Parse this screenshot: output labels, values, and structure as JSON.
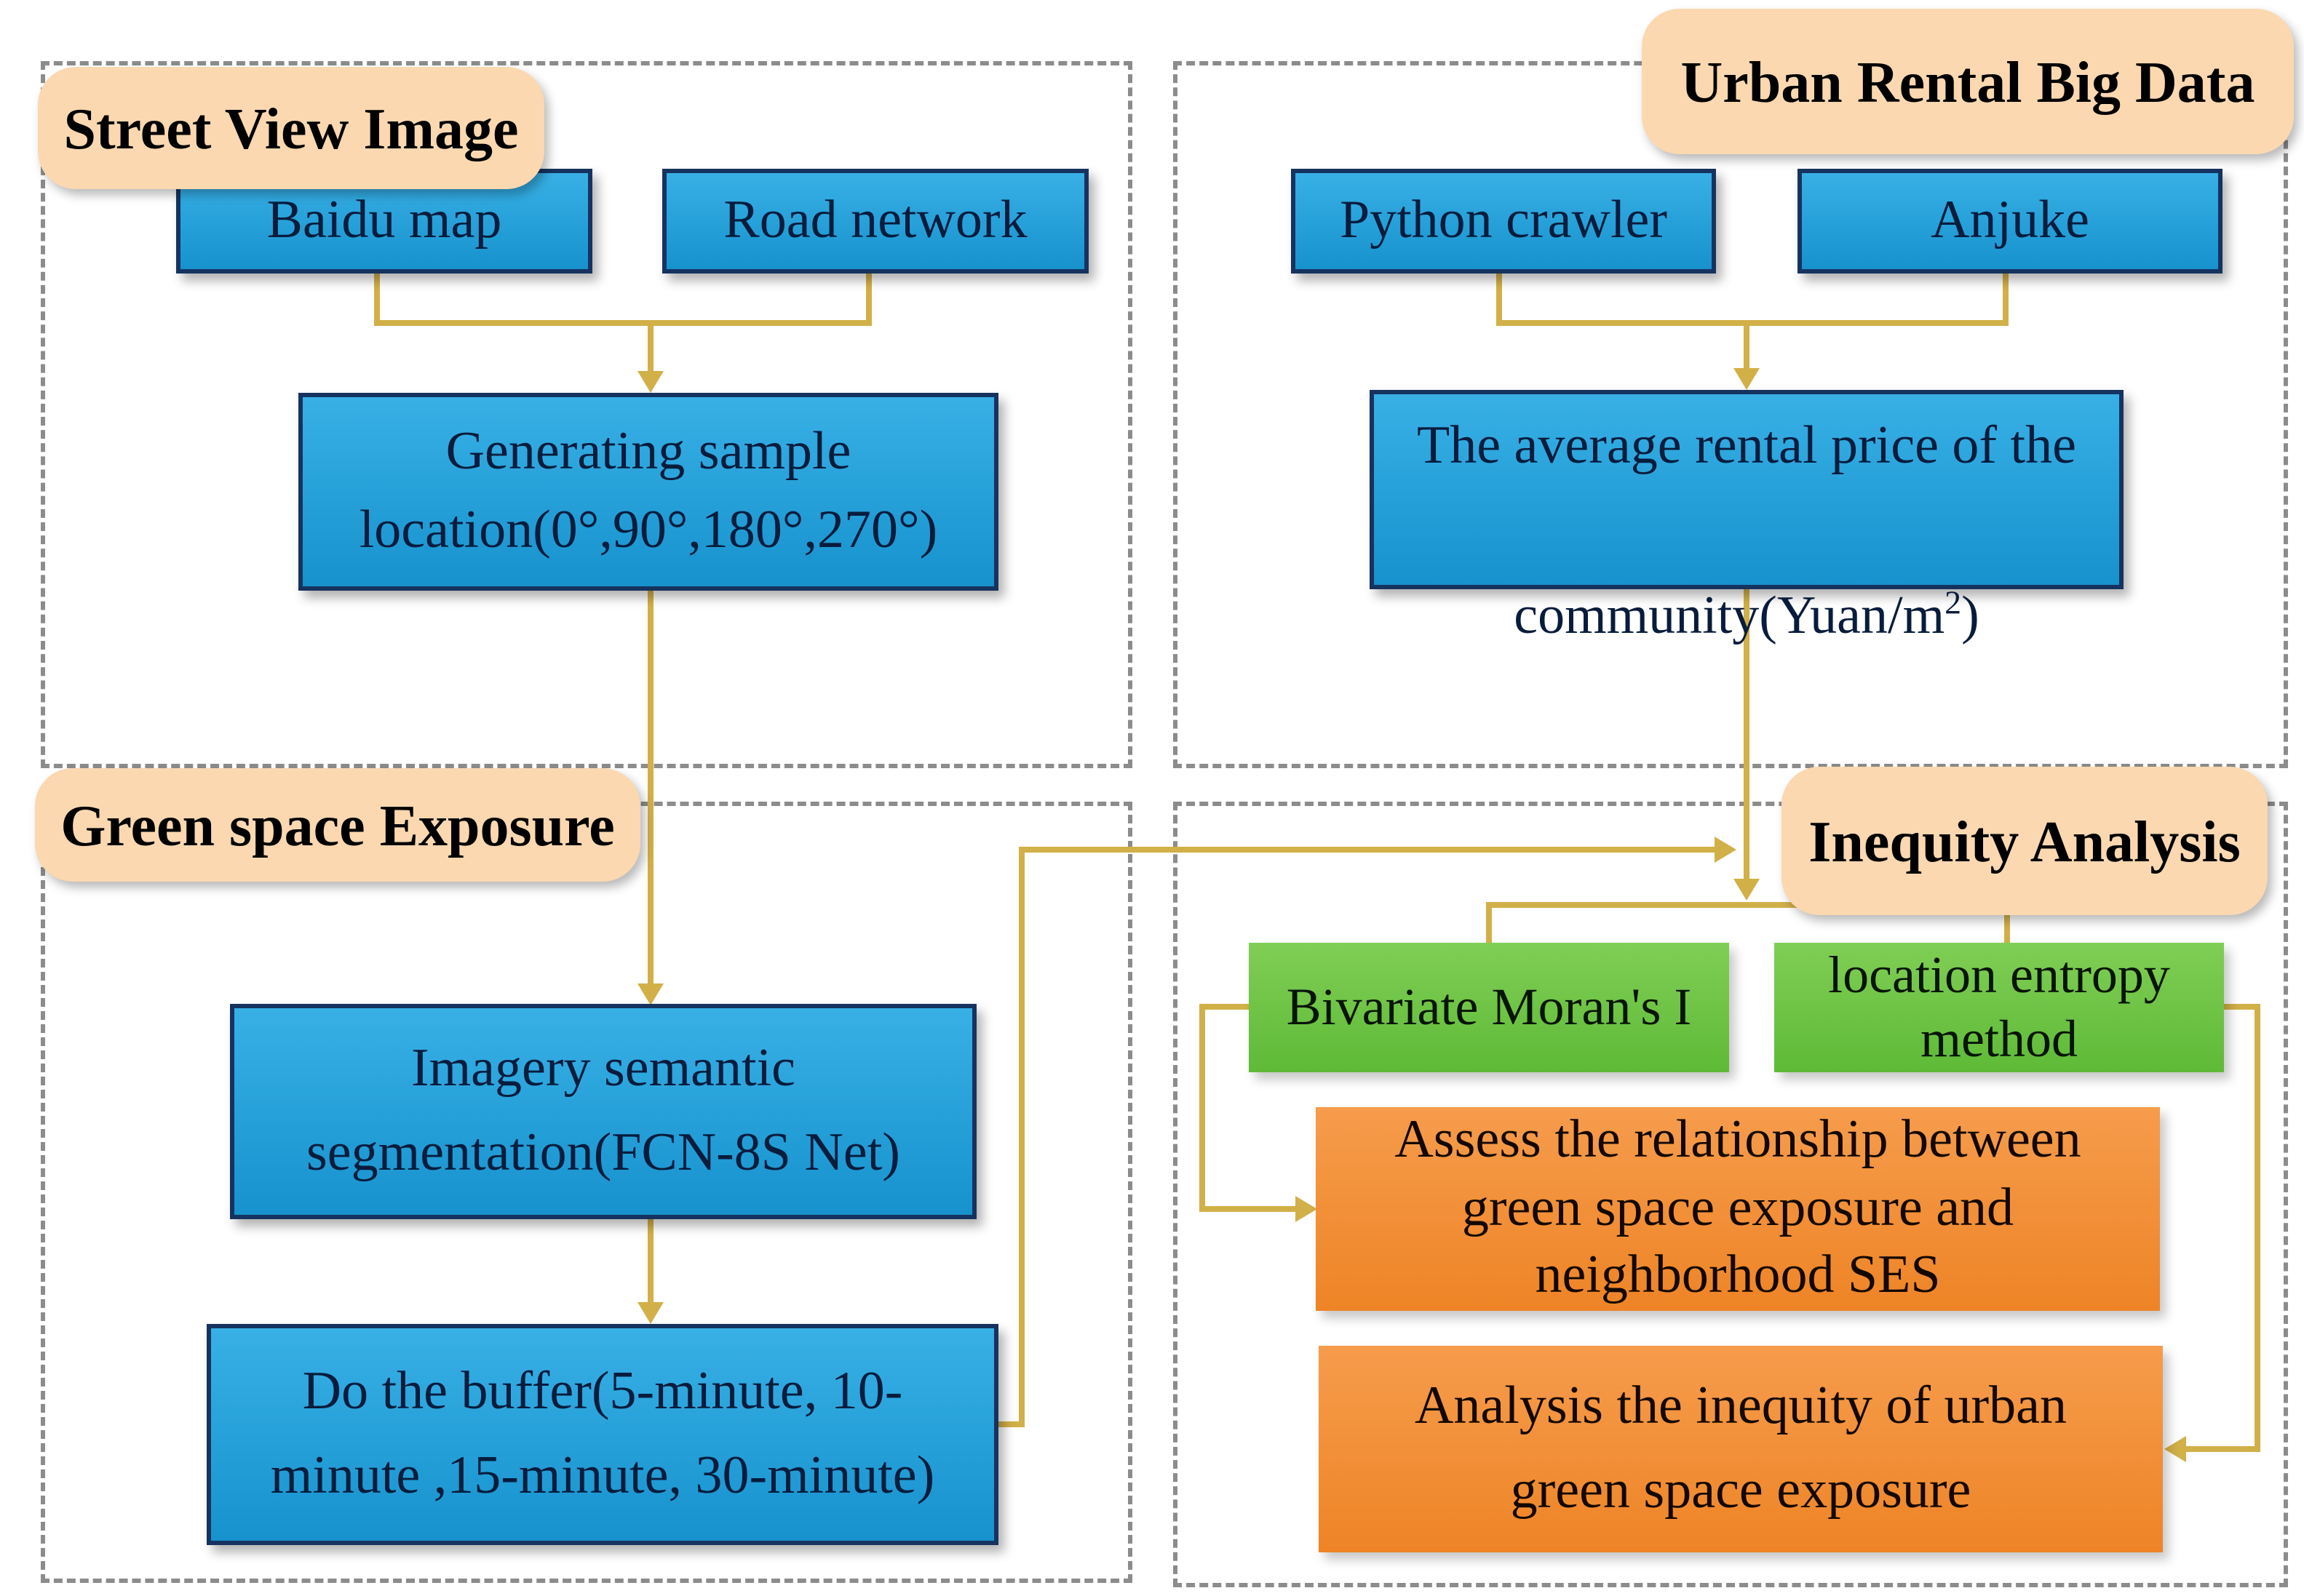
{
  "figure": {
    "section_labels": {
      "street_view": "Street View Image",
      "urban_rental": "Urban Rental Big Data",
      "green_space": "Green space Exposure",
      "inequity": "Inequity Analysis"
    },
    "nodes": {
      "baidu_map": "Baidu map",
      "road_network": "Road network",
      "generating_sample": "Generating sample\nlocation(0°,90°,180°,270°)",
      "python_crawler": "Python crawler",
      "anjuke": "Anjuke",
      "rental_price": {
        "line1": "The average rental price of the",
        "line2_base": "community(Yuan/m",
        "line2_sup": "2",
        "line2_close": ")"
      },
      "imagery_segmentation": "Imagery semantic\nsegmentation(FCN-8S Net)",
      "buffer": "Do the buffer(5-minute, 10-\nminute ,15-minute, 30-minute)",
      "bivariate_moran": "Bivariate Moran's I",
      "location_entropy": "location entropy\nmethod",
      "assess_relationship": "Assess the relationship between\ngreen space exposure and\nneighborhood SES",
      "analysis_inequity": "Analysis the inequity of urban\ngreen space exposure"
    },
    "colors": {
      "peach": "#fbd8b0",
      "blue_top": "#38b0e6",
      "blue_bottom": "#1792cd",
      "blue_border": "#16335f",
      "green_top": "#80ce55",
      "green_bottom": "#5eba37",
      "orange_top": "#f69c4c",
      "orange_bottom": "#ee8426",
      "gold": "#d2b048",
      "dash_gray": "#8c8c8c",
      "node_text": "#081c3c",
      "label_text": "#000000"
    }
  }
}
